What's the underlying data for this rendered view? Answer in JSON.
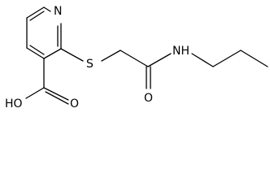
{
  "molecule": {
    "atoms": {
      "ring_n": "N",
      "sulfur": "S",
      "carbonyl_o_amide": "O",
      "amide_nh": "NH",
      "carbonyl_o_acid": "O",
      "hydroxyl": "HO"
    },
    "colors": {
      "bond": "#000000",
      "label": "#000000",
      "background": "#ffffff"
    }
  }
}
